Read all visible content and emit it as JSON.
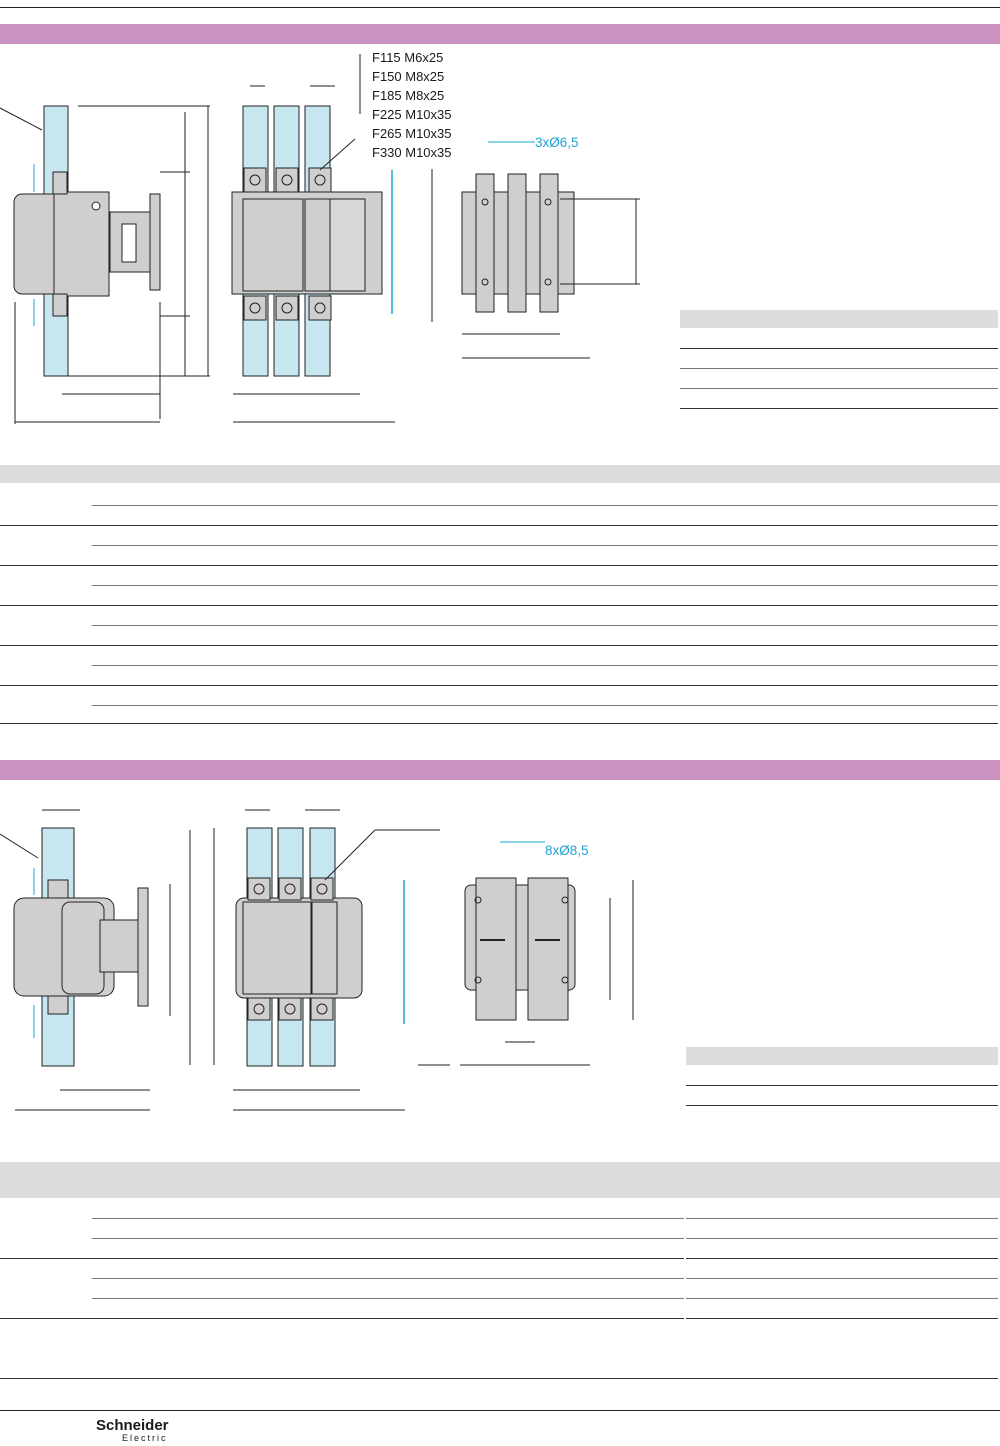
{
  "section1": {
    "screw_sizes": [
      "F115 M6x25",
      "F150 M8x25",
      "F185 M8x25",
      "F225 M10x35",
      "F265 M10x35",
      "F330 M10x35"
    ],
    "hole_label": "3xØ6,5"
  },
  "section2": {
    "hole_label": "8xØ8,5"
  },
  "footer": {
    "logo_brand": "Schneider",
    "logo_sub": "Electric"
  },
  "colors": {
    "band": "#c992c1",
    "busbar": "#c6e6f0",
    "body": "#cfcfcf",
    "dimension_accent": "#1da5d6"
  }
}
